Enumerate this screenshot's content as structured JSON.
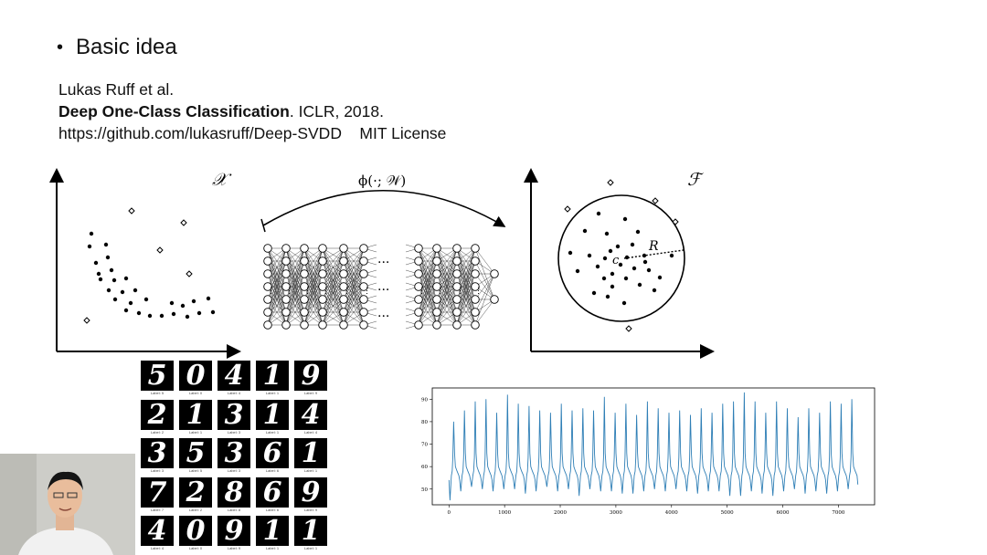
{
  "heading": {
    "bullet": "•",
    "text": "Basic idea"
  },
  "reference": {
    "authors": "Lukas Ruff et al.",
    "title": "Deep One-Class Classification",
    "venue": ". ICLR, 2018.",
    "url": "https://github.com/lukasruff/Deep-SVDD",
    "license": "MIT License"
  },
  "diagram": {
    "input_space_label": "𝒳",
    "mapping_label": "ϕ(·; 𝒲)",
    "feature_space_label": "ℱ",
    "center_label": "c",
    "radius_label": "R",
    "ellipsis": "..."
  },
  "mnist": {
    "digits": [
      "5",
      "0",
      "4",
      "1",
      "9",
      "2",
      "1",
      "3",
      "1",
      "4",
      "3",
      "5",
      "3",
      "6",
      "1",
      "7",
      "2",
      "8",
      "6",
      "9",
      "4",
      "0",
      "9",
      "1",
      "1"
    ],
    "labels": [
      "Label: 5",
      "Label: 0",
      "Label: 4",
      "Label: 1",
      "Label: 9",
      "Label: 2",
      "Label: 1",
      "Label: 3",
      "Label: 1",
      "Label: 4",
      "Label: 3",
      "Label: 5",
      "Label: 3",
      "Label: 6",
      "Label: 1",
      "Label: 7",
      "Label: 2",
      "Label: 8",
      "Label: 6",
      "Label: 9",
      "Label: 4",
      "Label: 0",
      "Label: 9",
      "Label: 1",
      "Label: 1"
    ]
  },
  "chart_data": {
    "type": "line",
    "xlabel": "",
    "ylabel": "",
    "x_ticks": [
      0,
      1000,
      2000,
      3000,
      4000,
      5000,
      6000,
      7000
    ],
    "y_ticks": [
      50,
      60,
      70,
      80,
      90
    ],
    "xlim": [
      -300,
      7650
    ],
    "ylim": [
      43,
      95
    ],
    "line_color": "#2f7fb6",
    "cycles": 38,
    "peaks": [
      80,
      85,
      89,
      90,
      84,
      92,
      88,
      87,
      85,
      84,
      88,
      85,
      86,
      85,
      91,
      84,
      88,
      83,
      89,
      86,
      84,
      85,
      83,
      86,
      84,
      88,
      89,
      93,
      89,
      84,
      89,
      86,
      82,
      86,
      84,
      89,
      88,
      90
    ],
    "troughs": [
      45,
      49,
      51,
      50,
      49,
      50,
      50,
      48,
      49,
      51,
      49,
      50,
      47,
      50,
      49,
      49,
      48,
      48,
      49,
      50,
      49,
      50,
      49,
      48,
      49,
      49,
      47,
      47,
      49,
      48,
      47,
      49,
      50,
      48,
      49,
      48,
      49,
      50
    ],
    "x_max": 7350
  }
}
